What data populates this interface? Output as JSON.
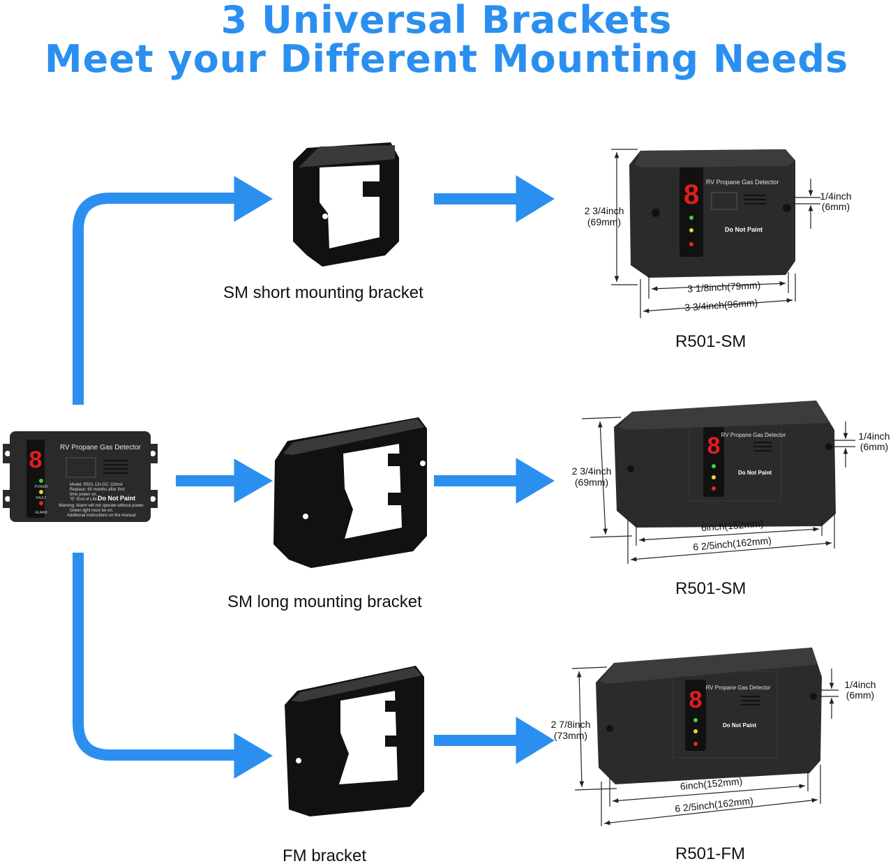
{
  "heading": {
    "line1": "3 Universal Brackets",
    "line2": "Meet your Different Mounting Needs"
  },
  "colors": {
    "accent_blue": "#2b8ff0",
    "bracket": "#1c1c1c",
    "detector": "#2a2a2a"
  },
  "detector": {
    "brand_text": "RV Propane Gas Detector",
    "digit": "8",
    "led_labels": [
      "POWER",
      "FAULT",
      "ALARM"
    ],
    "info_line1": "Model: R501 12v DC 110mA",
    "info_line2": "Replace: 60 months after first",
    "info_line3": "time power on.",
    "info_line4": "\"E\"-End of Life",
    "do_not_paint": "Do Not Paint",
    "warning1": "Warning: Alarm will not operate without power.",
    "warning2": "Green light must be on.",
    "warning3": "Additional instructions on the manual."
  },
  "options": [
    {
      "bracket_label": "SM short mounting bracket",
      "model": "R501-SM",
      "height_line1": "2 3/4inch",
      "height_line2": "(69mm)",
      "thickness_line1": "1/4inch",
      "thickness_line2": "(6mm)",
      "inner_width": "3 1/8inch(79mm)",
      "outer_width": "3 3/4inch(96mm)"
    },
    {
      "bracket_label": "SM long mounting bracket",
      "model": "R501-SM",
      "height_line1": "2 3/4inch",
      "height_line2": "(69mm)",
      "thickness_line1": "1/4inch",
      "thickness_line2": "(6mm)",
      "inner_width": "6inch(152mm)",
      "outer_width": "6 2/5inch(162mm)"
    },
    {
      "bracket_label": "FM bracket",
      "model": "R501-FM",
      "height_line1": "2 7/8inch",
      "height_line2": "(73mm)",
      "thickness_line1": "1/4inch",
      "thickness_line2": "(6mm)",
      "inner_width": "6inch(152mm)",
      "outer_width": "6 2/5inch(162mm)"
    }
  ]
}
